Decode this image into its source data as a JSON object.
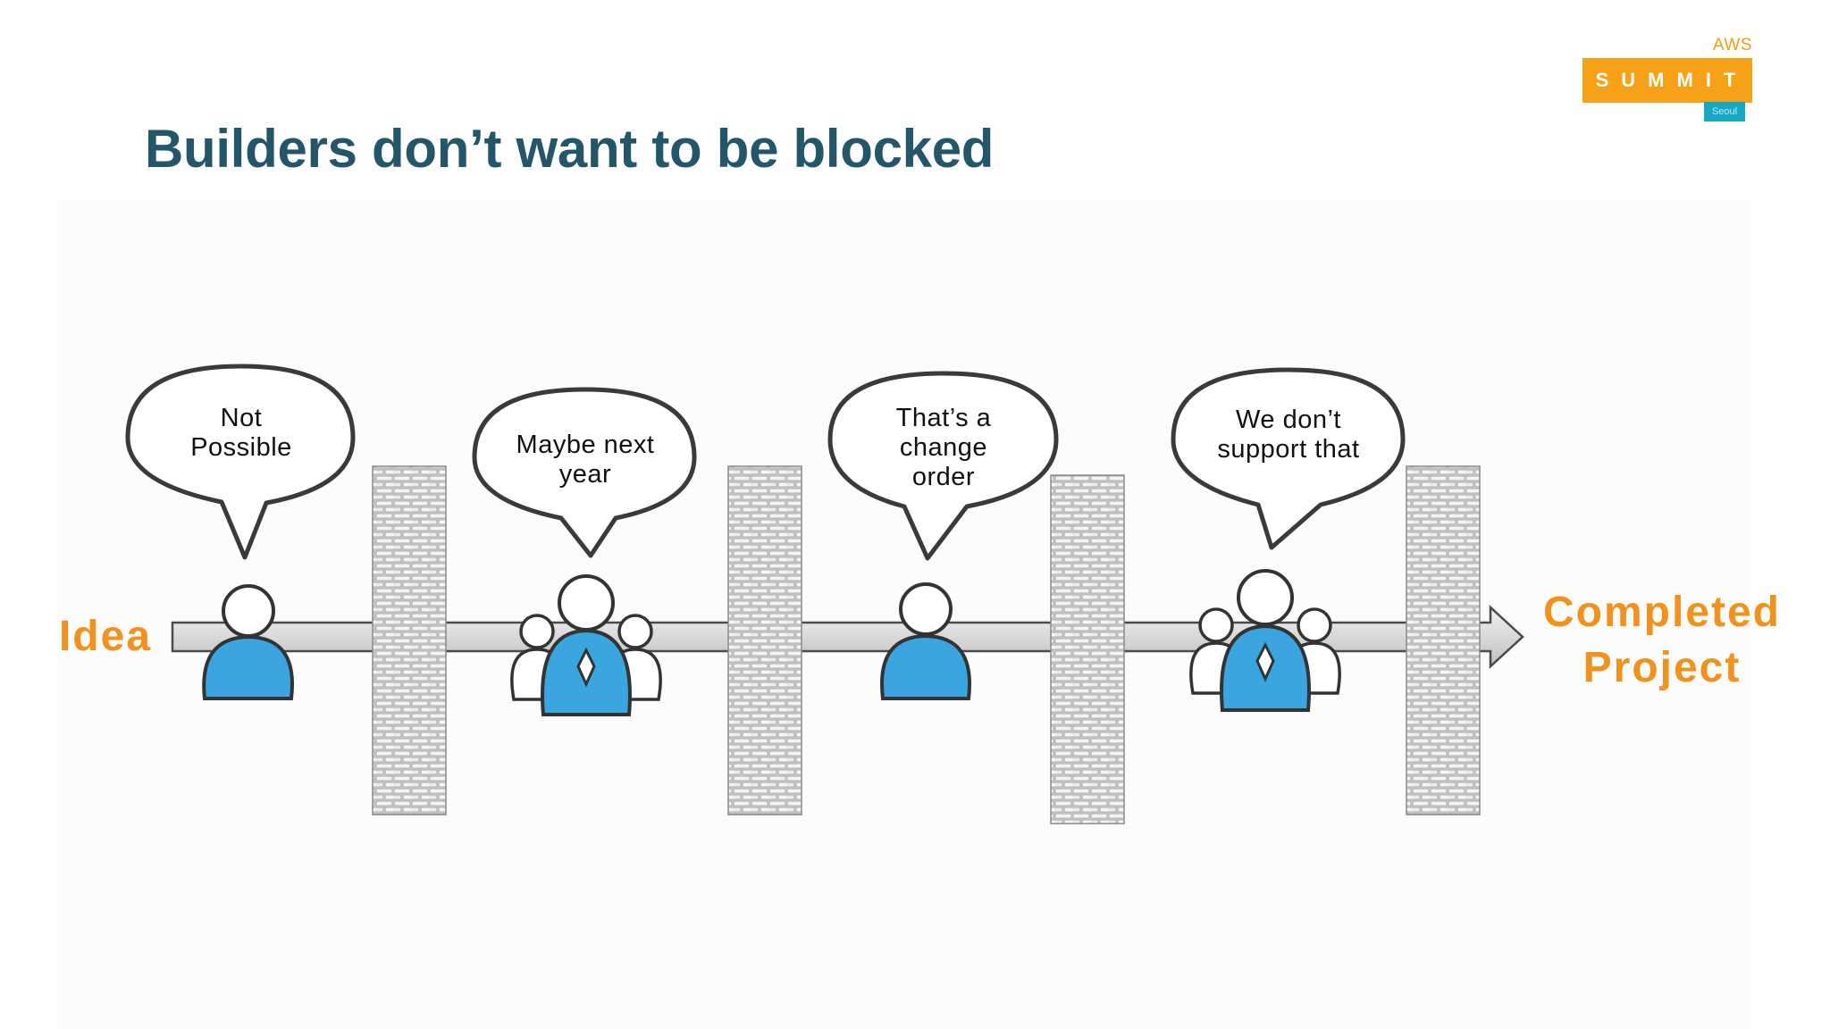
{
  "slide": {
    "title": "Builders don’t want to be blocked",
    "logo": {
      "brand": "AWS",
      "event": "SUMMIT",
      "location": "Seoul"
    }
  },
  "diagram": {
    "start_label": "Idea",
    "end_label_line1": "Completed",
    "end_label_line2": "Project",
    "blockers": [
      {
        "line1": "Not",
        "line2": "Possible",
        "line3": "",
        "figure": "single-person-icon"
      },
      {
        "line1": "Maybe next",
        "line2": "year",
        "line3": "",
        "figure": "group-with-manager-icon"
      },
      {
        "line1": "That’s a",
        "line2": "change",
        "line3": "order",
        "figure": "single-person-icon"
      },
      {
        "line1": "We don’t",
        "line2": "support that",
        "line3": "",
        "figure": "group-with-manager-icon"
      }
    ]
  },
  "colors": {
    "title": "#24566a",
    "accent_orange": "#f0921d",
    "person_blue": "#3aa5de",
    "logo_orange": "#f7a119",
    "logo_teal": "#17a8c4"
  }
}
